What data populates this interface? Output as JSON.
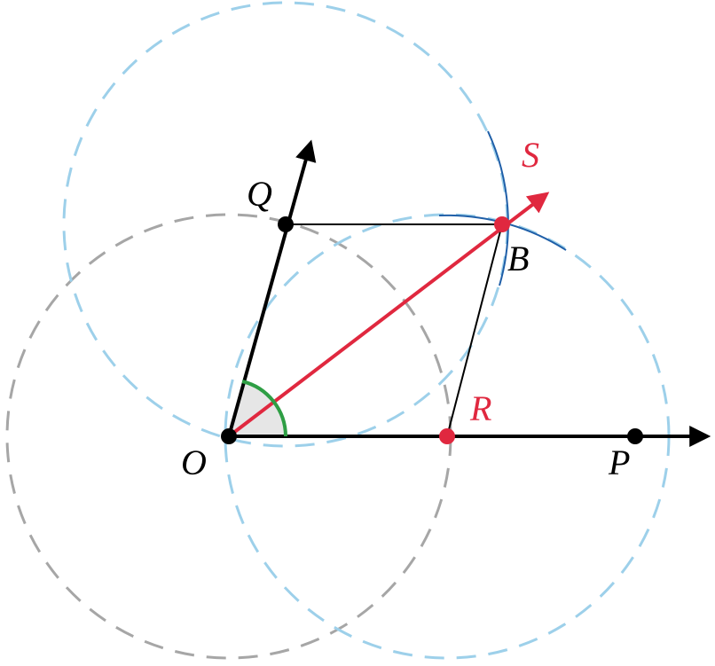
{
  "labels": {
    "O": "O",
    "P": "P",
    "Q": "Q",
    "R": "R",
    "S": "S",
    "B": "B"
  },
  "colors": {
    "ray": "#000000",
    "bisector": "#e0283f",
    "point_black": "#000000",
    "point_red": "#e0283f",
    "circle_gray": "#a6a6a6",
    "circle_blue": "#9dd0ea",
    "arc_dark_blue": "#1f5fa8",
    "angle_arc": "#2e9e44",
    "angle_fill": "#e6e6e6"
  }
}
